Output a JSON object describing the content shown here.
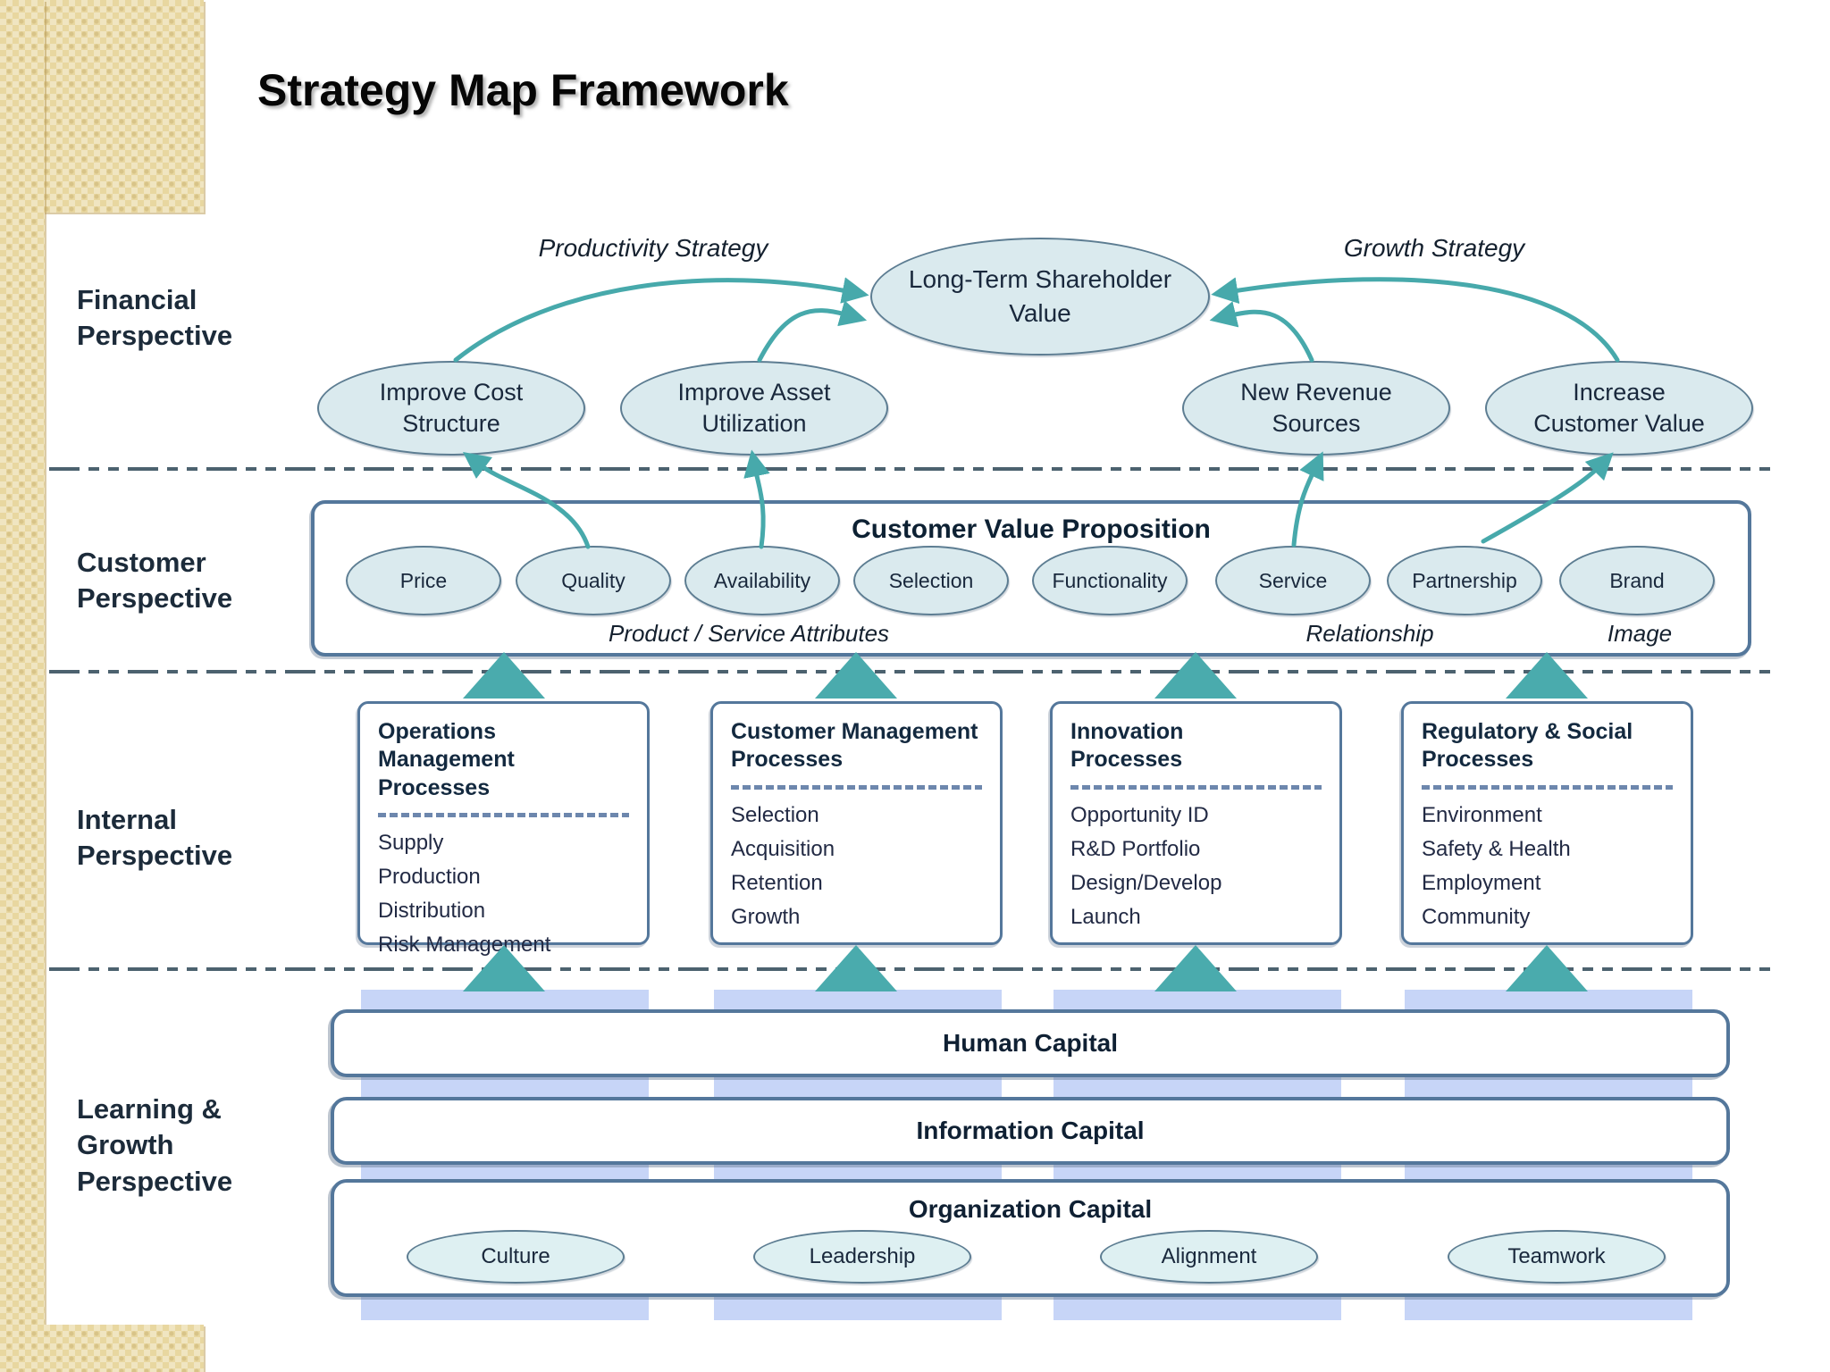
{
  "title": "Strategy Map Framework",
  "perspectives": {
    "financial": "Financial\nPerspective",
    "customer": "Customer\nPerspective",
    "internal": "Internal\nPerspective",
    "learning": "Learning &\nGrowth\nPerspective"
  },
  "financial": {
    "productivity_strategy": "Productivity Strategy",
    "growth_strategy": "Growth Strategy",
    "shareholder_value": "Long-Term Shareholder\nValue",
    "nodes": [
      "Improve Cost\nStructure",
      "Improve Asset\nUtilization",
      "New Revenue\nSources",
      "Increase\nCustomer Value"
    ]
  },
  "customer": {
    "box_title": "Customer Value Proposition",
    "attributes": [
      "Price",
      "Quality",
      "Availability",
      "Selection",
      "Functionality",
      "Service",
      "Partnership",
      "Brand"
    ],
    "group_labels": [
      "Product / Service Attributes",
      "Relationship",
      "Image"
    ]
  },
  "internal": {
    "boxes": [
      {
        "title": "Operations\nManagement Processes",
        "items": [
          "Supply",
          "Production",
          "Distribution",
          "Risk Management"
        ]
      },
      {
        "title": "Customer Management\nProcesses",
        "items": [
          "Selection",
          "Acquisition",
          "Retention",
          "Growth"
        ]
      },
      {
        "title": "Innovation\nProcesses",
        "items": [
          "Opportunity ID",
          "R&D Portfolio",
          "Design/Develop",
          "Launch"
        ]
      },
      {
        "title": "Regulatory & Social\nProcesses",
        "items": [
          "Environment",
          "Safety & Health",
          "Employment",
          "Community"
        ]
      }
    ]
  },
  "learning": {
    "bars": [
      "Human Capital",
      "Information Capital",
      "Organization Capital"
    ],
    "organization_items": [
      "Culture",
      "Leadership",
      "Alignment",
      "Teamwork"
    ]
  },
  "colors": {
    "teal_accent": "#47a9ab",
    "node_fill": "#daeaee",
    "node_border": "#5d7d92",
    "box_border": "#54779b",
    "capital_highlight": "#c7d5f7",
    "beige_panel": "#e8d7a0",
    "separator_line": "#4c626f"
  }
}
